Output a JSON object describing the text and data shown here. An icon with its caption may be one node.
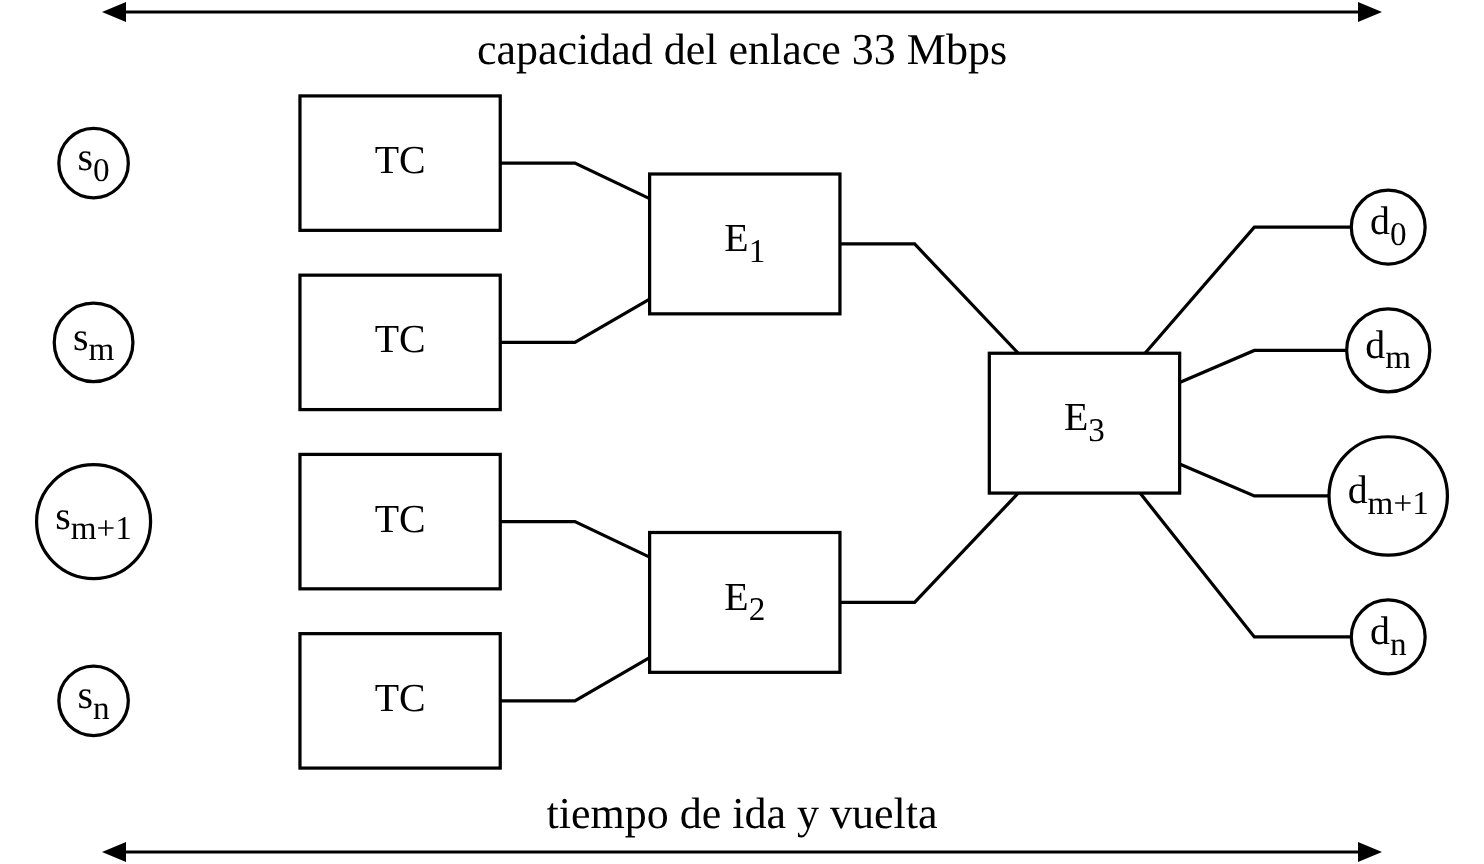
{
  "diagram": {
    "nodes": [
      {
        "text": [
          "s$_{0}$"
        ]
      },
      {
        "text": [
          "TC"
        ]
      },
      {
        "text": [
          "s$_{m}$"
        ]
      },
      {
        "text": [
          "TC"
        ]
      },
      {
        "text": [
          "s$_{m+1}$"
        ]
      },
      {
        "text": [
          "TC"
        ]
      },
      {
        "text": [
          "s$_{n}$"
        ]
      },
      {
        "text": [
          "TC"
        ]
      },
      {
        "text": [
          "E$_{1}$"
        ]
      },
      {
        "text": [
          "E$_{2}$"
        ]
      },
      {
        "text": [
          "E$_{3}$"
        ]
      },
      {
        "text": [
          "d$_{0}$"
        ]
      },
      {
        "text": [
          "d$_{m}$"
        ]
      },
      {
        "text": [
          "d$_{m+1}$"
        ]
      },
      {
        "text": [
          "d$_{n}$"
        ]
      }
    ],
    "edges": [
      {
        "from": 1,
        "to": 8,
        "arrow": "none"
      },
      {
        "from": 3,
        "to": 8,
        "arrow": "none"
      },
      {
        "from": 5,
        "to": 9,
        "arrow": "none"
      },
      {
        "from": 7,
        "to": 9,
        "arrow": "none"
      },
      {
        "from": 8,
        "to": 10,
        "arrow": "none"
      },
      {
        "from": 9,
        "to": 10,
        "arrow": "none"
      },
      {
        "from": 10,
        "to": 11,
        "arrow": "none"
      },
      {
        "from": 10,
        "to": 12,
        "arrow": "none"
      },
      {
        "from": 10,
        "to": 13,
        "arrow": "none"
      },
      {
        "from": 10,
        "to": 14,
        "arrow": "none"
      }
    ],
    "labels": [
      "capacidad del enlace 33 Mbps",
      "tiempo de ida y vuelta"
    ]
  }
}
